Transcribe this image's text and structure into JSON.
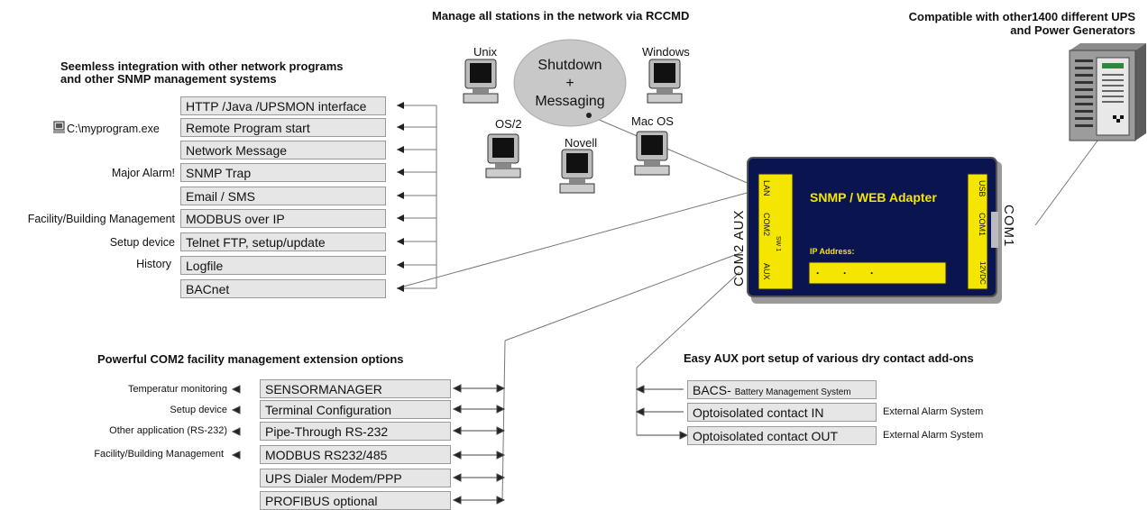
{
  "titles": {
    "rccmd": "Manage all stations in the network via RCCMD",
    "compatible_line1": "Compatible with other1400 different UPS",
    "compatible_line2": "and Power Generators",
    "integration_line1": "Seemless integration with other network programs",
    "integration_line2": "and other SNMP management systems",
    "com2_options": "Powerful COM2 facility management extension options",
    "aux_options": "Easy AUX port setup of various dry contact add-ons"
  },
  "cloud": {
    "line1": "Shutdown",
    "line2": "+",
    "line3": "Messaging"
  },
  "os_labels": {
    "unix": "Unix",
    "windows": "Windows",
    "os2": "OS/2",
    "novell": "Novell",
    "macos": "Mac OS"
  },
  "integration_boxes": [
    "HTTP /Java /UPSMON interface",
    "Remote Program start",
    "Network Message",
    "SNMP Trap",
    "Email / SMS",
    "MODBUS over IP",
    "Telnet FTP, setup/update",
    "Logfile",
    "BACnet"
  ],
  "integration_labels": {
    "remote_program": "C:\\myprogram.exe",
    "snmp_trap": "Major Alarm!",
    "modbus_ip": "Facility/Building Management",
    "telnet": "Setup device",
    "logfile": "History"
  },
  "com2_boxes": [
    "SENSORMANAGER",
    "Terminal Configuration",
    "Pipe-Through RS-232",
    "MODBUS RS232/485",
    "UPS Dialer Modem/PPP",
    "PROFIBUS optional"
  ],
  "com2_labels": [
    "Temperatur monitoring",
    "Setup device",
    "Other application (RS-232)",
    "Facility/Building Management"
  ],
  "aux_boxes": {
    "bacs_main": "BACS-",
    "bacs_sub": "Battery Management System",
    "contact_in": "Optoisolated contact IN",
    "contact_out": "Optoisolated contact OUT"
  },
  "aux_labels": {
    "in": "External Alarm System",
    "out": "External Alarm System"
  },
  "ports": {
    "com2_aux": "COM2  AUX",
    "com1": "COM1"
  },
  "adapter": {
    "title": "SNMP / WEB Adapter",
    "ip_label": "IP Address:",
    "ip_value": ".        .        .",
    "left_lan": "LAN",
    "left_com2": "COM2",
    "left_sw": "SW 1",
    "left_aux": "AUX",
    "right_usb": "USB",
    "right_com1": "COM1",
    "right_power": "12VDC"
  },
  "colors": {
    "box_fill": "#e6e6e6",
    "cloud_fill": "#c8c8c8",
    "adapter_body": "#0a1550",
    "adapter_accent": "#f4e600"
  }
}
